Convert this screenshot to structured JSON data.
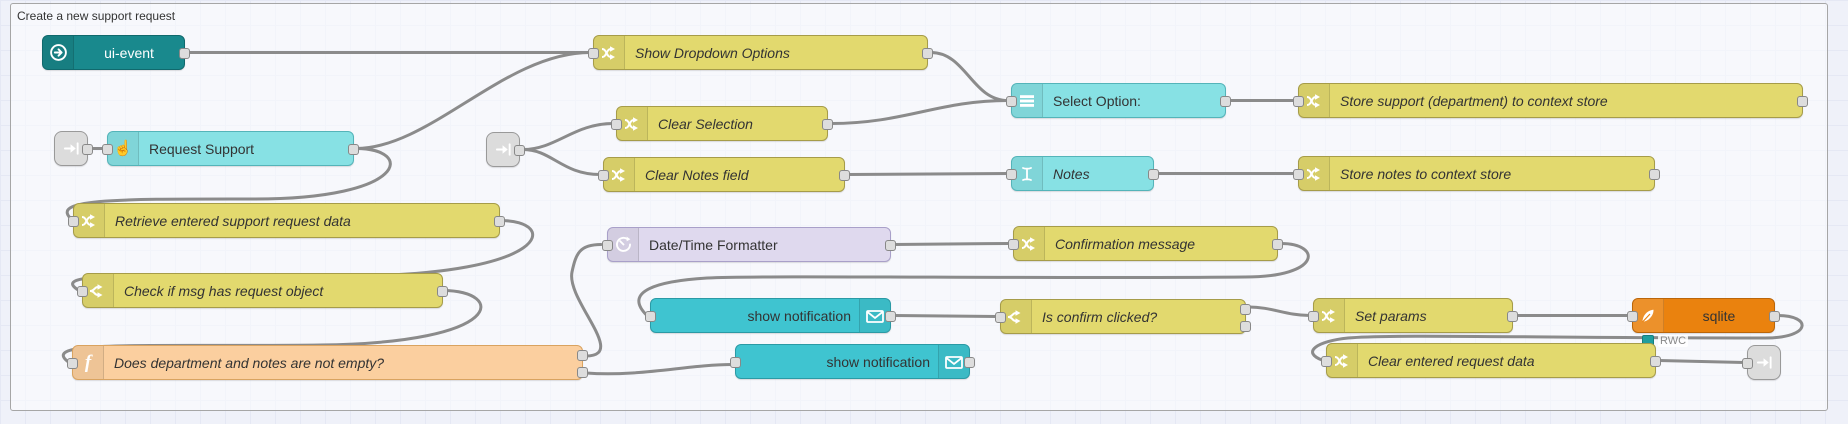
{
  "group": {
    "label": "Create a new support request"
  },
  "nodes": {
    "ui_event": {
      "label": "ui-event"
    },
    "request_support": {
      "label": "Request Support"
    },
    "show_dropdown": {
      "label": "Show Dropdown Options"
    },
    "clear_selection": {
      "label": "Clear Selection"
    },
    "clear_notes": {
      "label": "Clear Notes field"
    },
    "select_option": {
      "label": "Select Option:"
    },
    "notes": {
      "label": "Notes"
    },
    "store_support": {
      "label": "Store support (department) to context store"
    },
    "store_notes": {
      "label": "Store notes to context store"
    },
    "retrieve": {
      "label": "Retrieve entered support request data"
    },
    "datetime": {
      "label": "Date/Time Formatter"
    },
    "confirmation": {
      "label": "Confirmation message"
    },
    "check_msg": {
      "label": "Check if msg has request object"
    },
    "show_notification_1": {
      "label": "show notification"
    },
    "is_confirm": {
      "label": "Is confirm clicked?"
    },
    "set_params": {
      "label": "Set params"
    },
    "sqlite": {
      "label": "sqlite",
      "status": "RWC"
    },
    "does_dept": {
      "label": "Does department and notes are not empty?"
    },
    "show_notification_2": {
      "label": "show notification"
    },
    "clear_entered": {
      "label": "Clear entered request data"
    }
  },
  "colors": {
    "change_node": "#e2d96e",
    "widget_node": "#87e1e4",
    "event_node": "#19898d",
    "notification_node": "#3fc4d0",
    "datetime_node": "#dfd9ee",
    "function_node": "#fbcf9f",
    "sqlite_node": "#ea820e",
    "link_node": "#dcdcdc",
    "wire": "#8b8b8b",
    "status_dot": "#1f9e9e"
  }
}
